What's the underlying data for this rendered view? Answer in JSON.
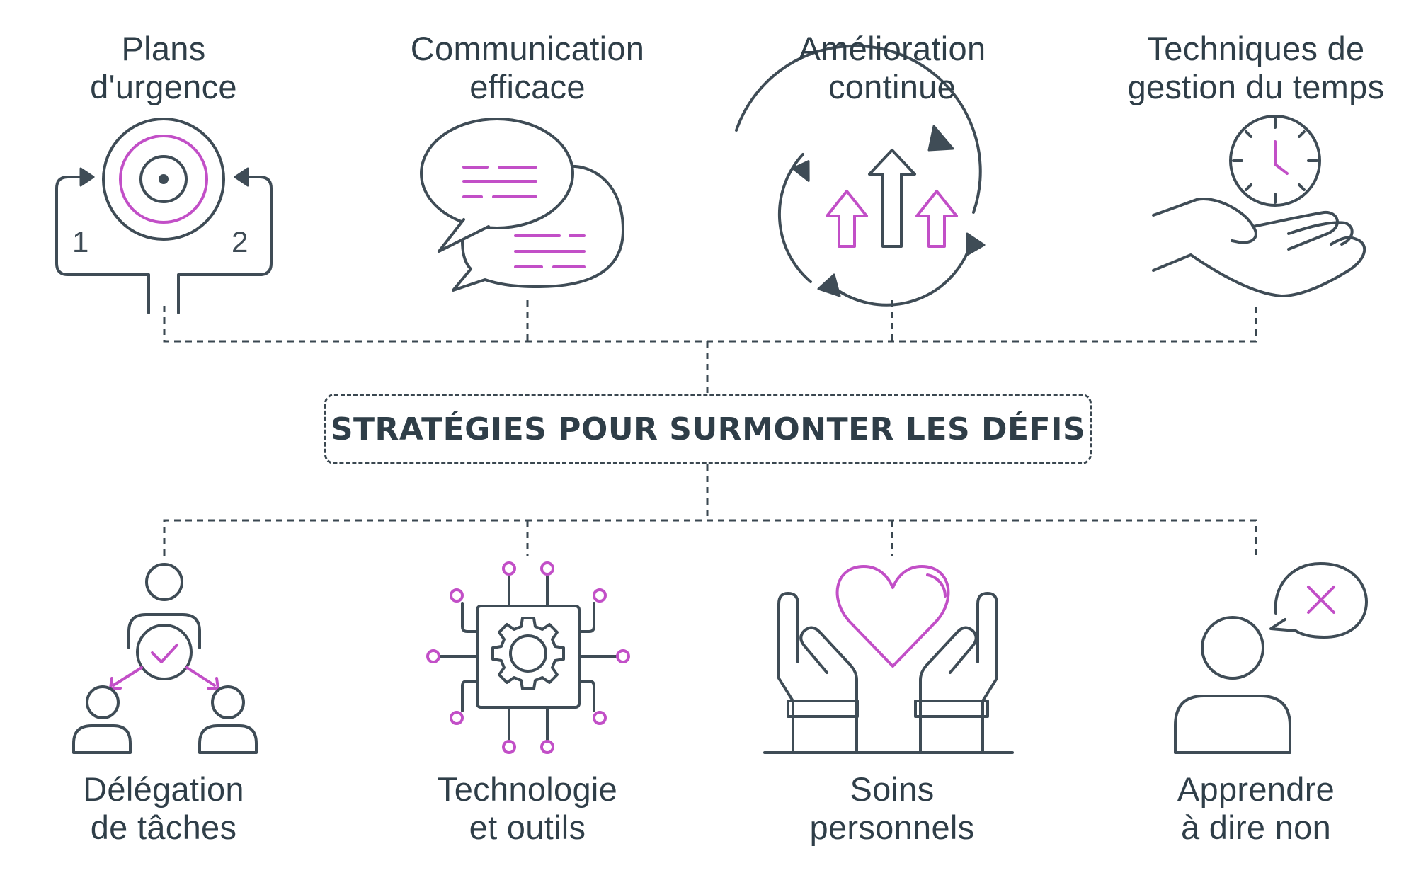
{
  "title": "STRATÉGIES POUR SURMONTER LES DÉFIS",
  "colors": {
    "ink": "#3f4c56",
    "accent": "#c24fc7",
    "background": "#ffffff"
  },
  "top_items": [
    {
      "line1": "Plans",
      "line2": "d'urgence",
      "icon": "target-icon",
      "markers": [
        "1",
        "2"
      ]
    },
    {
      "line1": "Communication",
      "line2": "efficace",
      "icon": "speech-bubbles-icon"
    },
    {
      "line1": "Amélioration",
      "line2": "continue",
      "icon": "cycle-arrows-icon"
    },
    {
      "line1": "Techniques de",
      "line2": "gestion du temps",
      "icon": "clock-hand-icon"
    }
  ],
  "bottom_items": [
    {
      "line1": "Délégation",
      "line2": "de tâches",
      "icon": "delegation-icon"
    },
    {
      "line1": "Technologie",
      "line2": "et outils",
      "icon": "chip-gear-icon"
    },
    {
      "line1": "Soins",
      "line2": "personnels",
      "icon": "hands-heart-icon"
    },
    {
      "line1": "Apprendre",
      "line2": "à dire non",
      "icon": "person-no-icon"
    }
  ]
}
